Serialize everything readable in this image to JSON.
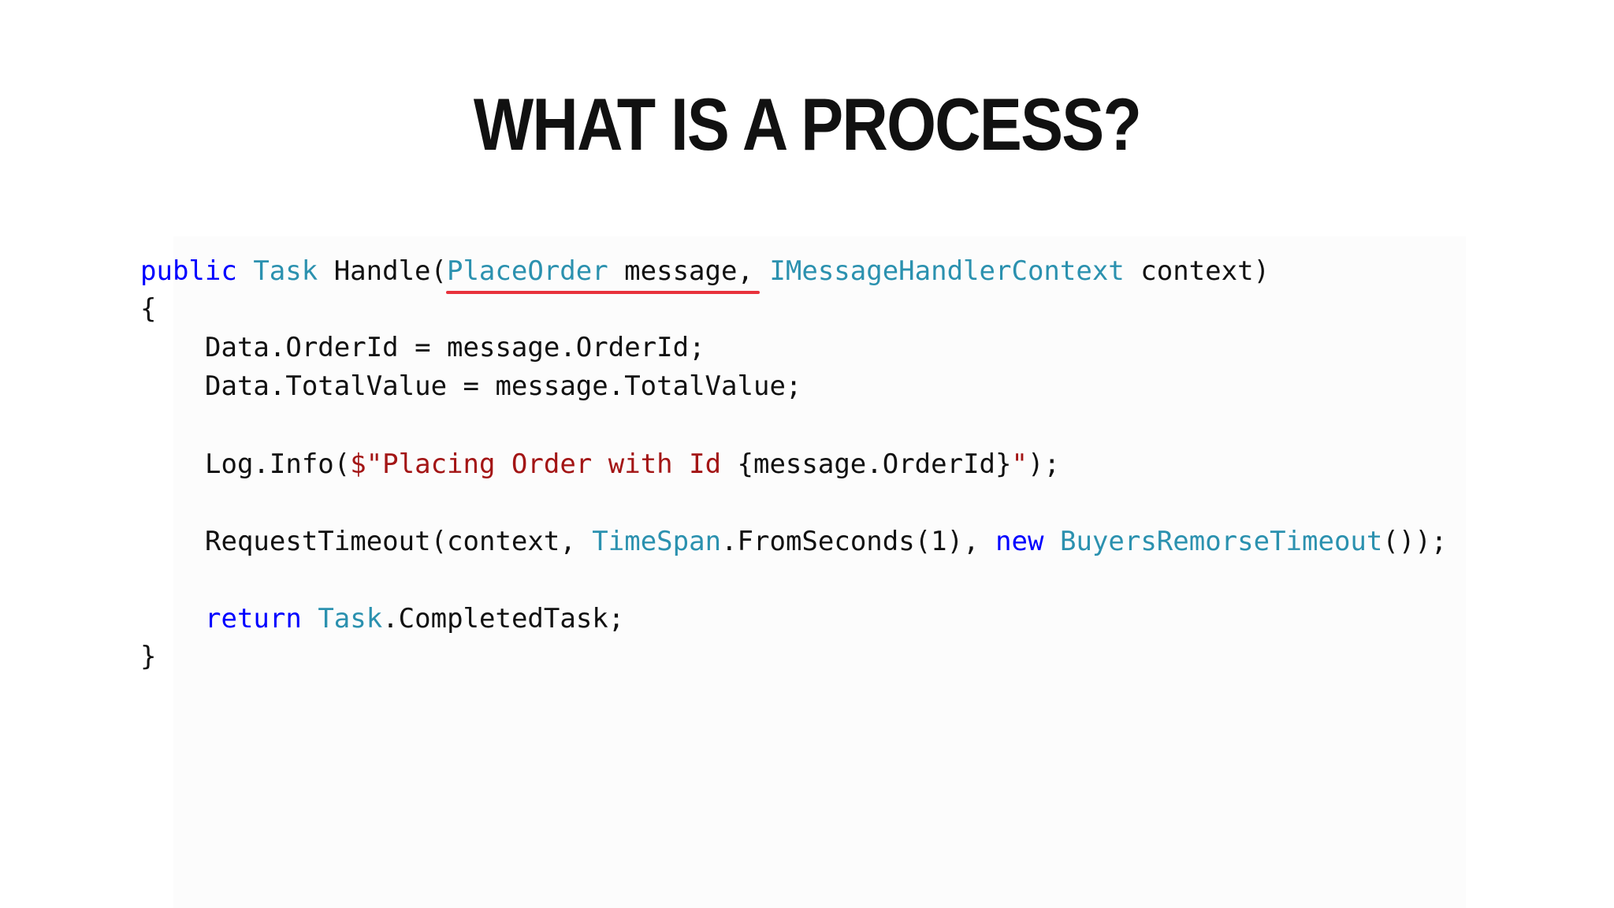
{
  "slide": {
    "title": "WHAT IS A PROCESS?"
  },
  "code": {
    "l1": {
      "kw_public": "public",
      "type_task": "Task",
      "method": "Handle(",
      "type_placeorder": "PlaceOrder",
      "param_message": "message,",
      "type_context": "IMessageHandlerContext",
      "param_context": "context)"
    },
    "l2": "{",
    "l3": "Data.OrderId = message.OrderId;",
    "l4": "Data.TotalValue = message.TotalValue;",
    "l5": {
      "call": "Log.Info(",
      "string_prefix": "$\"Placing Order with Id ",
      "interp": "{message.OrderId}",
      "string_end": "\"",
      "tail": ");"
    },
    "l6": {
      "call": "RequestTimeout(context,",
      "type_timespan": "TimeSpan",
      "method_from": ".FromSeconds(1),",
      "kw_new": "new",
      "type_buyers": "BuyersRemorseTimeout",
      "tail": "());"
    },
    "l7": {
      "kw_return": "return",
      "type_task": "Task",
      "tail": ".CompletedTask;"
    },
    "l8": "}"
  },
  "colors": {
    "keyword": "#0000ff",
    "type": "#2b91af",
    "string": "#a31515",
    "underline": "#e8323c"
  }
}
